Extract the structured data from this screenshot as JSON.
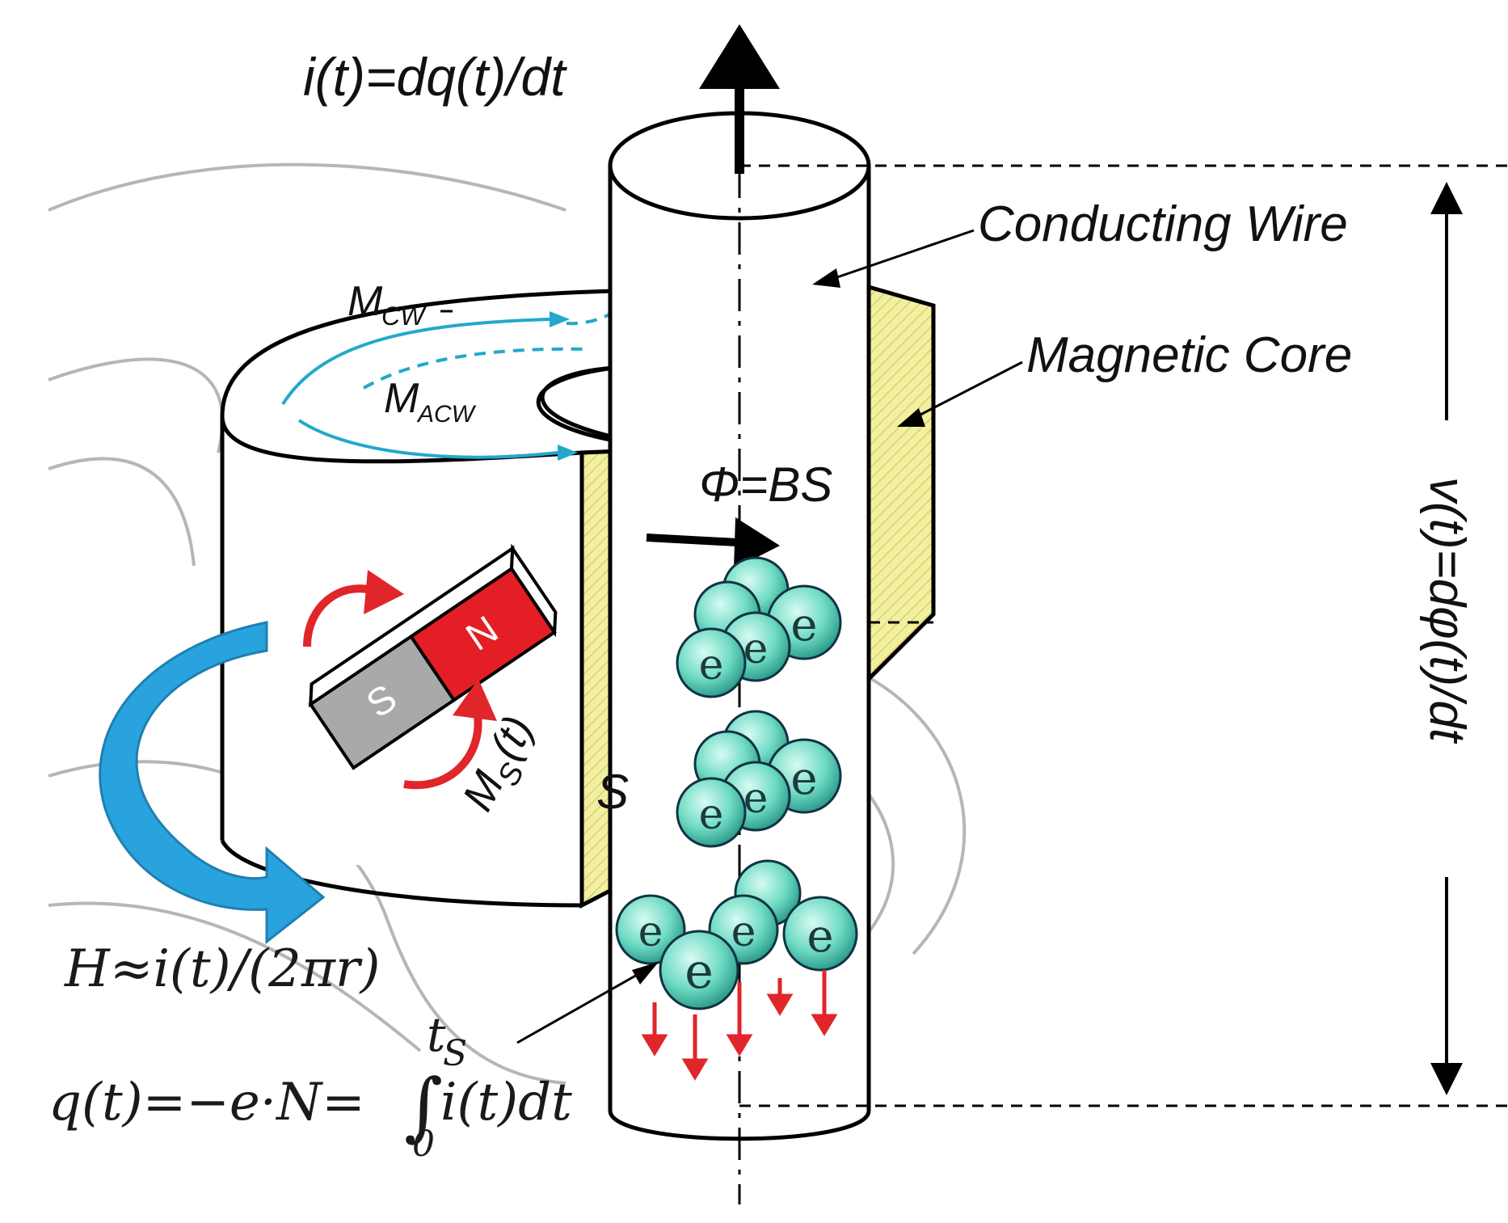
{
  "labels": {
    "current_eq": "i(t)=dq(t)/dt",
    "conducting_wire": "Conducting Wire",
    "magnetic_core": "Magnetic Core",
    "m_cw_main": "M",
    "m_cw_sub": "CW",
    "m_acw_main": "M",
    "m_acw_sub": "ACW",
    "flux_eq": "Φ=BS",
    "area_s": "S",
    "magnet_north": "N",
    "magnet_south": "S",
    "ms_main": "M",
    "ms_sub": "S",
    "ms_arg": "(t)",
    "h_field_eq": "H≈i(t)/(2πr)",
    "charge_eq_left": "q(t)=−e·N=",
    "integral_sign": "∫",
    "integral_lower": "0",
    "integral_upper_main": "t",
    "integral_upper_sub": "S",
    "charge_eq_right": "i(t)dt",
    "voltage_eq": "v(t)=dφ(t)/dt",
    "electron": "e"
  },
  "colors": {
    "magnet_north": "#e31e24",
    "magnet_south": "#a9a9a9",
    "rotation_arrow": "#29a3dd",
    "moment_arrows": "#22a9c9",
    "electron_fill": "#6fdbc4",
    "spin_arrows": "#e0262a",
    "core_section": "#f2ef9e",
    "field_lines": "#9e9e9e"
  },
  "icons": {
    "current_arrow": "up-arrow-icon",
    "flux_arrow": "right-arrow-icon",
    "voltage_arrow": "double-vertical-arrow-icon"
  }
}
